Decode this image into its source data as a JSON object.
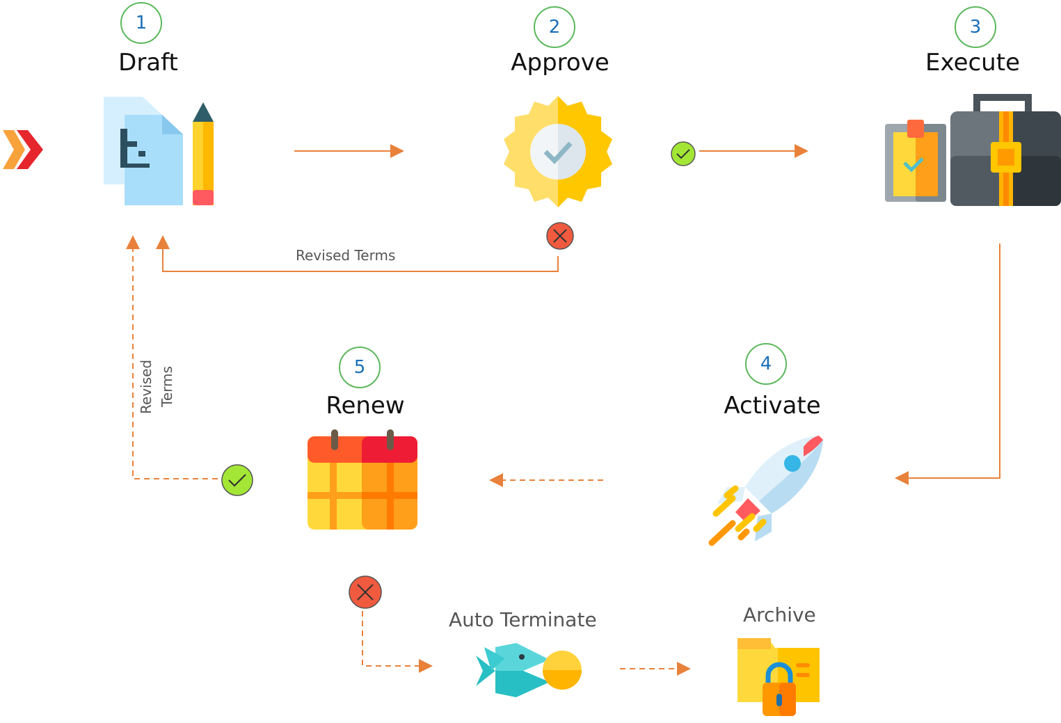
{
  "steps": {
    "draft": {
      "number": "1",
      "title": "Draft"
    },
    "approve": {
      "number": "2",
      "title": "Approve"
    },
    "execute": {
      "number": "3",
      "title": "Execute"
    },
    "activate": {
      "number": "4",
      "title": "Activate"
    },
    "renew": {
      "number": "5",
      "title": "Renew"
    }
  },
  "end_states": {
    "auto_terminate": "Auto Terminate",
    "archive": "Archive"
  },
  "edge_labels": {
    "revised_terms_horizontal": "Revised Terms",
    "revised_terms_vertical_line1": "Revised",
    "revised_terms_vertical_line2": "Terms"
  },
  "colors": {
    "arrow": "#e8813a",
    "step_ring": "#5cb85c",
    "step_number": "#1a6fb8",
    "check": "#a3e635",
    "reject": "#f05a3e"
  },
  "icons": {
    "start": "start-chevrons-icon",
    "draft": "document-pencil-icon",
    "approve": "approval-badge-icon",
    "execute": "clipboard-briefcase-icon",
    "activate": "rocket-icon",
    "renew": "calendar-icon",
    "auto_terminate": "fish-eating-icon",
    "archive": "locked-folder-icon"
  }
}
